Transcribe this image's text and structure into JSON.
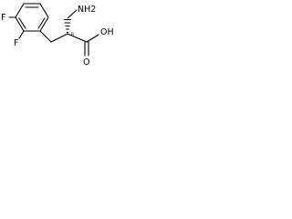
{
  "molecule": {
    "atoms": {
      "fluorine_top": "F",
      "fluorine_bottom": "F",
      "amine": "NH2",
      "hydroxyl": "OH",
      "carbonyl_oxygen": "O",
      "stereo_marker": "R"
    }
  }
}
